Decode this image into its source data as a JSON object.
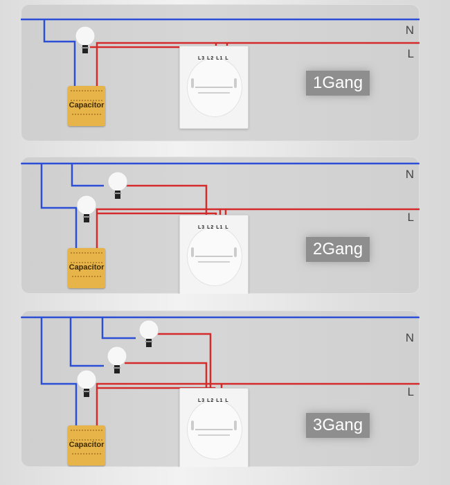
{
  "colors": {
    "neutral": "#2a4fd6",
    "live": "#d42a2a",
    "capacitor": "#e7b44a"
  },
  "labels": {
    "neutral": "N",
    "live": "L"
  },
  "capacitor_label": "Capacitor",
  "switch_terminals": "L3 L2 L1 L",
  "panels": [
    {
      "gang_label": "1Gang",
      "bulbs": 1
    },
    {
      "gang_label": "2Gang",
      "bulbs": 2
    },
    {
      "gang_label": "3Gang",
      "bulbs": 3
    }
  ]
}
